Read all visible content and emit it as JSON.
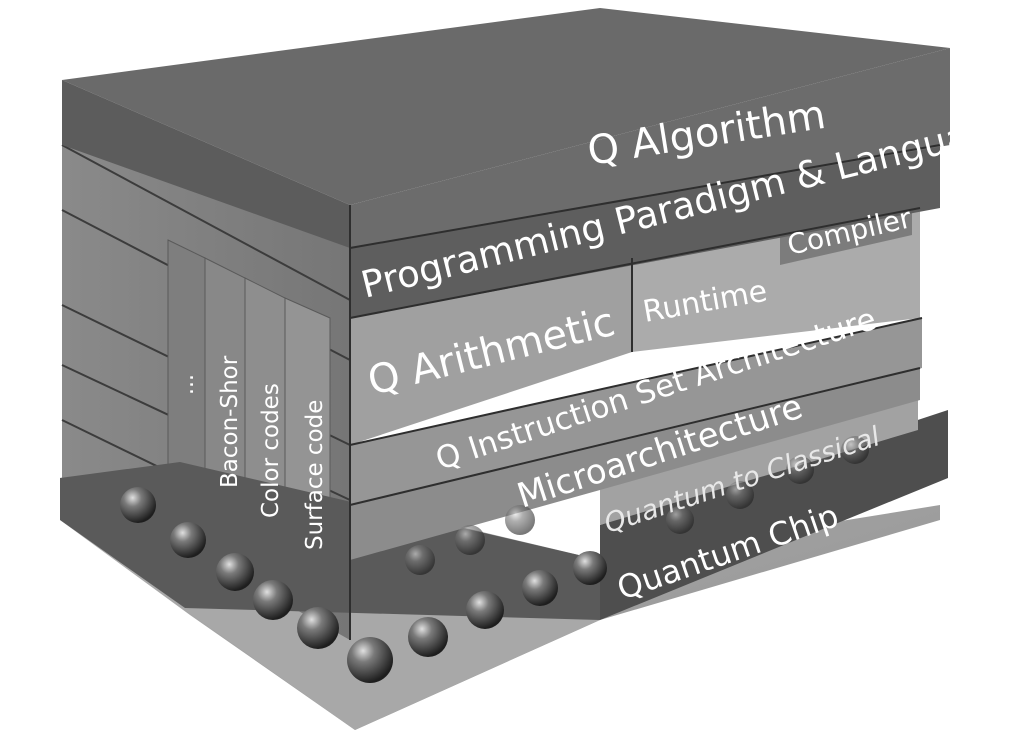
{
  "layers": {
    "algorithm": "Q Algorithm",
    "programming": "Programming Paradigm & Languages",
    "compiler": "Compiler",
    "runtime": "Runtime",
    "arithmetic": "Q Arithmetic",
    "isa": "Q Instruction Set Architecture",
    "microarchitecture": "Microarchitecture",
    "q2c": "Quantum to Classical",
    "chip": "Quantum Chip"
  },
  "qec_codes": [
    "...",
    "Bacon-Shor",
    "Color codes",
    "Surface code"
  ],
  "colors": {
    "top_face": "#6a6a6a",
    "front_dark": "#5a5a5a",
    "front_mid": "#8c8c8c",
    "front_light": "#a6a6a6",
    "side": "#7a7a7a",
    "chip_dark": "#4e4e4e",
    "base": "#9c9c9c"
  }
}
